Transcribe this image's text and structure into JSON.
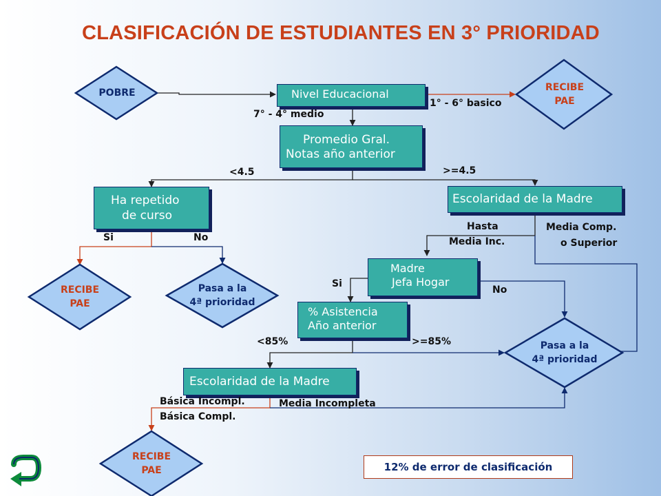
{
  "title": "CLASIFICACIÓN DE ESTUDIANTES EN 3° PRIORIDAD",
  "diamonds": {
    "pobre": [
      "POBRE"
    ],
    "recibe_top": [
      "RECIBE",
      "PAE"
    ],
    "recibe_left": [
      "RECIBE",
      "PAE"
    ],
    "pasa_left": [
      "Pasa a la",
      "4ª prioridad"
    ],
    "pasa_right": [
      "Pasa a la",
      "4ª prioridad"
    ],
    "recibe_bottom": [
      "RECIBE",
      "PAE"
    ]
  },
  "boxes": {
    "nivel": [
      "Nivel Educacional"
    ],
    "promedio": [
      "Promedio Gral.",
      "Notas año anterior"
    ],
    "repetido": [
      "Ha repetido",
      "de curso"
    ],
    "escolaridad_top": [
      "Escolaridad de la Madre"
    ],
    "madre_jefa": [
      "Madre",
      "Jefa Hogar"
    ],
    "asistencia": [
      "% Asistencia",
      "Año anterior"
    ],
    "escolaridad_bottom": [
      "Escolaridad de la Madre"
    ]
  },
  "edge_labels": {
    "basico": "1° - 6° basico",
    "medio": "7° - 4° medio",
    "lt45": "<4.5",
    "ge45": ">=4.5",
    "si_repetido": "Si",
    "no_repetido": "No",
    "hasta_1": "Hasta",
    "hasta_2": "Media Inc.",
    "media_comp_1": "Media Comp.",
    "media_comp_2": "o Superior",
    "si_madre": "Si",
    "no_madre": "No",
    "lt85": "<85%",
    "ge85": ">=85%",
    "basica_incompl": "Básica Incompl.",
    "basica_compl": "Básica Compl.",
    "media_incompleta": "Media Incompleta"
  },
  "note": "12% de error de clasificación",
  "colors": {
    "diamond_fill": "#a9cdf4",
    "diamond_stroke": "#0e2a6e",
    "box_fill": "#37aea5",
    "title_red": "#c8401a",
    "arrow_red": "#c8401a",
    "arrow_navy": "#0e2a6e"
  },
  "icons": [
    "return-arrow-icon"
  ]
}
